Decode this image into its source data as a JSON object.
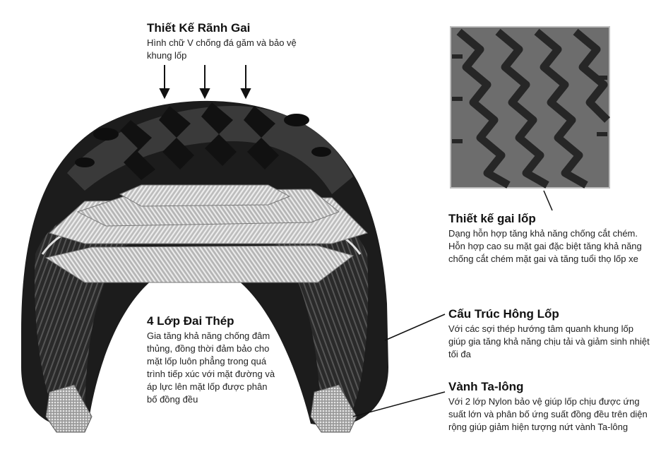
{
  "labels": {
    "groove": {
      "title": "Thiết Kế Rãnh Gai",
      "text": "Hình chữ V chống đá găm và bảo vệ khung lốp"
    },
    "tread": {
      "title": "Thiết kế gai lốp",
      "text": "Dạng hỗn hợp tăng khả năng chống cắt chém. Hỗn hợp cao su mặt gai đặc biệt tăng khả năng chống cắt chém mặt gai và tăng tuổi thọ lốp xe"
    },
    "belt": {
      "title": "4 Lớp Đai Thép",
      "text": "Gia tăng khả năng chống đâm thủng, đồng thời đảm bảo cho mặt lốp luôn phẳng trong quá trình tiếp xúc với mặt đường và áp lực lên mặt lốp được phân bố đồng đều"
    },
    "sidewall": {
      "title": "Cấu Trúc Hông Lốp",
      "text": "Với các sợi thép hướng tâm quanh khung lốp giúp gia tăng khả năng chịu tải và giảm sinh nhiệt tối đa"
    },
    "bead": {
      "title": "Vành Ta-lông",
      "text": "Với 2 lớp Nylon bảo vệ giúp lốp chịu được ứng suất lớn và phân bố ứng suất đồng đều trên diện rộng giúp giảm hiện tượng nứt vành Ta-lông"
    }
  },
  "colors": {
    "rubber_dark": "#1c1c1c",
    "rubber_mid": "#3a3a3a",
    "tread_inset_bg": "#6d6d6d",
    "tread_rib": "#262626",
    "steel_light": "#d2d2d2",
    "steel_dark": "#8a8a8a"
  }
}
